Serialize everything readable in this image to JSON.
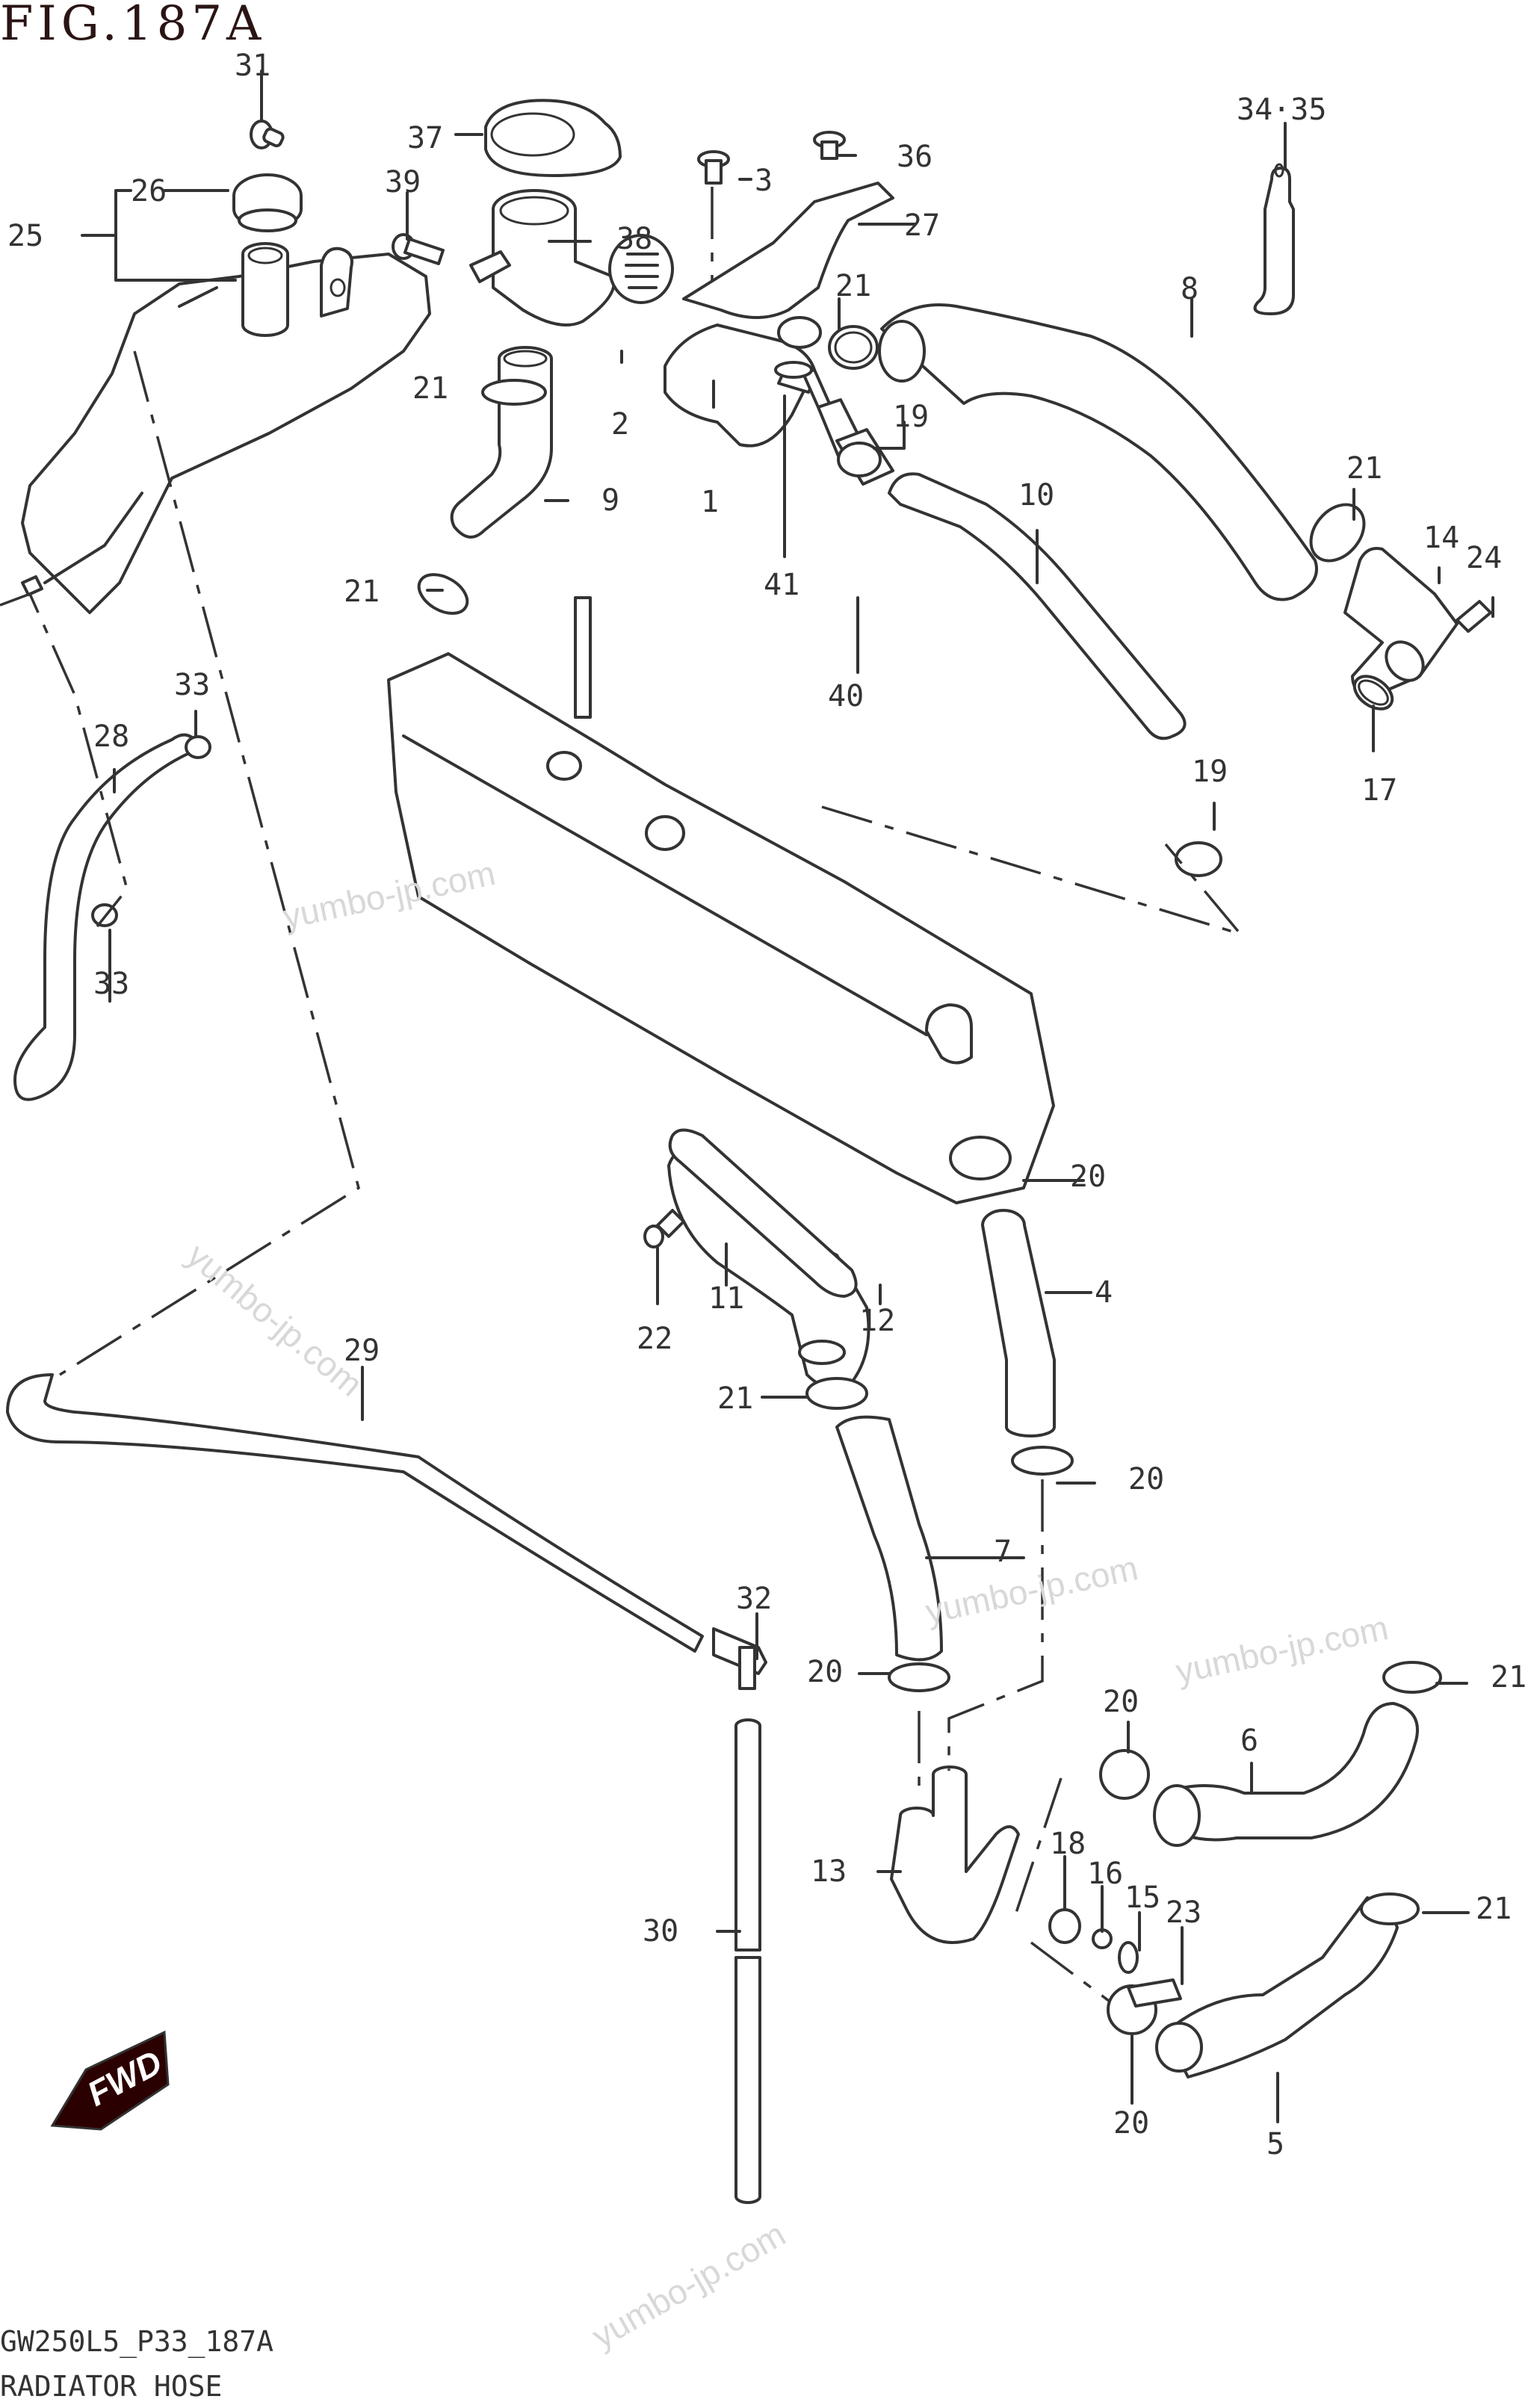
{
  "figure": {
    "title": "FIG.187A",
    "model_code": "GW250L5_P33_187A",
    "section_name": "RADIATOR HOSE",
    "fwd_indicator": "FWD"
  },
  "watermark": "yumbo-jp.com",
  "callouts": [
    {
      "id": "c31",
      "label": "31"
    },
    {
      "id": "c26",
      "label": "26"
    },
    {
      "id": "c25",
      "label": "25"
    },
    {
      "id": "c37",
      "label": "37"
    },
    {
      "id": "c39",
      "label": "39"
    },
    {
      "id": "c38",
      "label": "38"
    },
    {
      "id": "c3",
      "label": "3"
    },
    {
      "id": "c36",
      "label": "36"
    },
    {
      "id": "c27",
      "label": "27"
    },
    {
      "id": "c21a",
      "label": "21"
    },
    {
      "id": "c21b",
      "label": "21"
    },
    {
      "id": "c2",
      "label": "2"
    },
    {
      "id": "c19a",
      "label": "19"
    },
    {
      "id": "c1",
      "label": "1"
    },
    {
      "id": "c9",
      "label": "9"
    },
    {
      "id": "c41",
      "label": "41"
    },
    {
      "id": "c40",
      "label": "40"
    },
    {
      "id": "c21c",
      "label": "21"
    },
    {
      "id": "c34_35",
      "label": "34·35"
    },
    {
      "id": "c8",
      "label": "8"
    },
    {
      "id": "c10",
      "label": "10"
    },
    {
      "id": "c21d",
      "label": "21"
    },
    {
      "id": "c14",
      "label": "14"
    },
    {
      "id": "c24",
      "label": "24"
    },
    {
      "id": "c17",
      "label": "17"
    },
    {
      "id": "c19b",
      "label": "19"
    },
    {
      "id": "c33a",
      "label": "33"
    },
    {
      "id": "c28",
      "label": "28"
    },
    {
      "id": "c33b",
      "label": "33"
    },
    {
      "id": "c20a",
      "label": "20"
    },
    {
      "id": "c4",
      "label": "4"
    },
    {
      "id": "c11",
      "label": "11"
    },
    {
      "id": "c12",
      "label": "12"
    },
    {
      "id": "c22",
      "label": "22"
    },
    {
      "id": "c21e",
      "label": "21"
    },
    {
      "id": "c29",
      "label": "29"
    },
    {
      "id": "c20b",
      "label": "20"
    },
    {
      "id": "c7",
      "label": "7"
    },
    {
      "id": "c32",
      "label": "32"
    },
    {
      "id": "c20c",
      "label": "20"
    },
    {
      "id": "c21f",
      "label": "21"
    },
    {
      "id": "c20d",
      "label": "20"
    },
    {
      "id": "c6",
      "label": "6"
    },
    {
      "id": "c13",
      "label": "13"
    },
    {
      "id": "c18",
      "label": "18"
    },
    {
      "id": "c16",
      "label": "16"
    },
    {
      "id": "c15",
      "label": "15"
    },
    {
      "id": "c23",
      "label": "23"
    },
    {
      "id": "c21g",
      "label": "21"
    },
    {
      "id": "c30",
      "label": "30"
    },
    {
      "id": "c20e",
      "label": "20"
    },
    {
      "id": "c5",
      "label": "5"
    }
  ]
}
